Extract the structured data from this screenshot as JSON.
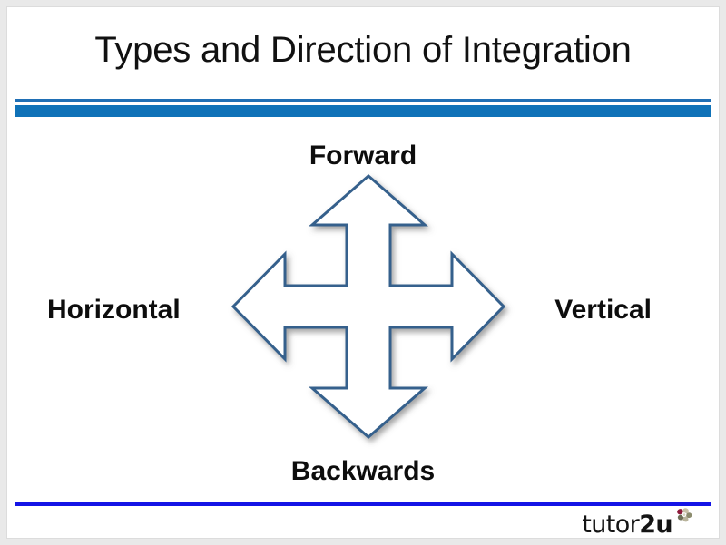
{
  "slide": {
    "title": "Types and Direction of Integration",
    "background_color": "#ffffff",
    "frame_color": "#e9e9e9"
  },
  "rules": {
    "header_thin_color": "#1f6fb5",
    "header_thick_color": "#0f72b8",
    "footer_color": "#1414e6"
  },
  "diagram": {
    "name": "four-way-integration-arrow",
    "shape": "four-headed-arrow",
    "fill_color": "#ffffff",
    "stroke_color": "#36618c",
    "labels": {
      "top": "Forward",
      "bottom": "Backwards",
      "left": "Horizontal",
      "right": "Vertical"
    }
  },
  "logo": {
    "text_part1": "tutor",
    "text_part2": "2u",
    "icon": "flower-icon"
  }
}
